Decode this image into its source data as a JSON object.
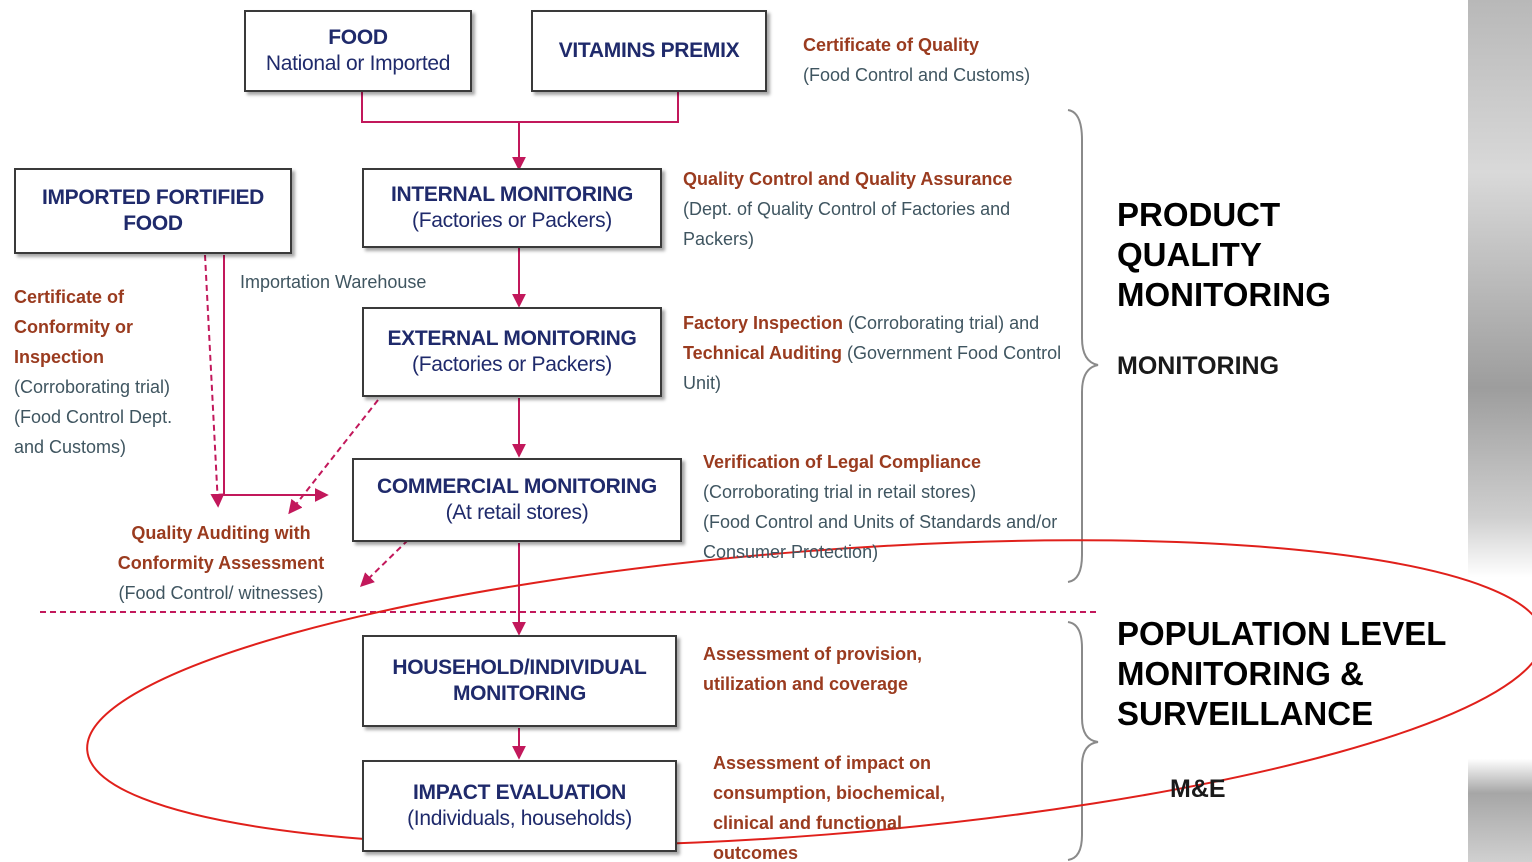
{
  "boxes": {
    "food": {
      "title": "FOOD",
      "sub": "National or Imported"
    },
    "vitamins": {
      "title": "VITAMINS PREMIX"
    },
    "imported": {
      "title": "IMPORTED FORTIFIED FOOD"
    },
    "internal": {
      "title": "INTERNAL MONITORING",
      "sub": "(Factories or Packers)"
    },
    "external": {
      "title": "EXTERNAL MONITORING",
      "sub": "(Factories or Packers)"
    },
    "commercial": {
      "title": "COMMERCIAL MONITORING",
      "sub": "(At retail stores)"
    },
    "household": {
      "title": "HOUSEHOLD/INDIVIDUAL MONITORING"
    },
    "impact": {
      "title": "IMPACT EVALUATION",
      "sub": "(Individuals, households)"
    }
  },
  "notes": {
    "cert_quality": {
      "head": "Certificate of Quality",
      "body": "(Food Control and Customs)"
    },
    "qcqa": {
      "head": "Quality Control and Quality Assurance",
      "body": "(Dept. of Quality Control of Factories and Packers)"
    },
    "factory": {
      "head1": "Factory Inspection",
      "mid": " (Corroborating trial) and ",
      "head2": "Technical Auditing",
      "body": " (Government Food Control Unit)"
    },
    "legal": {
      "head": "Verification of Legal Compliance",
      "body1": "(Corroborating trial in retail stores)",
      "body2": "(Food Control and Units of Standards and/or Consumer Protection)"
    },
    "provision": {
      "head": "Assessment of provision, utilization and coverage"
    },
    "impact": {
      "head": "Assessment of impact on consumption, biochemical, clinical and functional outcomes"
    },
    "conformity": {
      "head": "Certificate of Conformity or Inspection",
      "body": "(Corroborating trial) (Food Control Dept. and Customs)"
    },
    "auditing": {
      "head": "Quality Auditing with Conformity Assessment",
      "body": "(Food Control/ witnesses)"
    },
    "warehouse": "Importation Warehouse"
  },
  "labels": {
    "product_quality": "PRODUCT QUALITY MONITORING",
    "monitoring": "MONITORING",
    "population": "POPULATION LEVEL MONITORING & SURVEILLANCE",
    "me": "M&E"
  },
  "colors": {
    "arrow": "#c2185b",
    "ellipse": "#e0201b",
    "box_text": "#1f2a6b",
    "note_head": "#9a3b1f"
  }
}
